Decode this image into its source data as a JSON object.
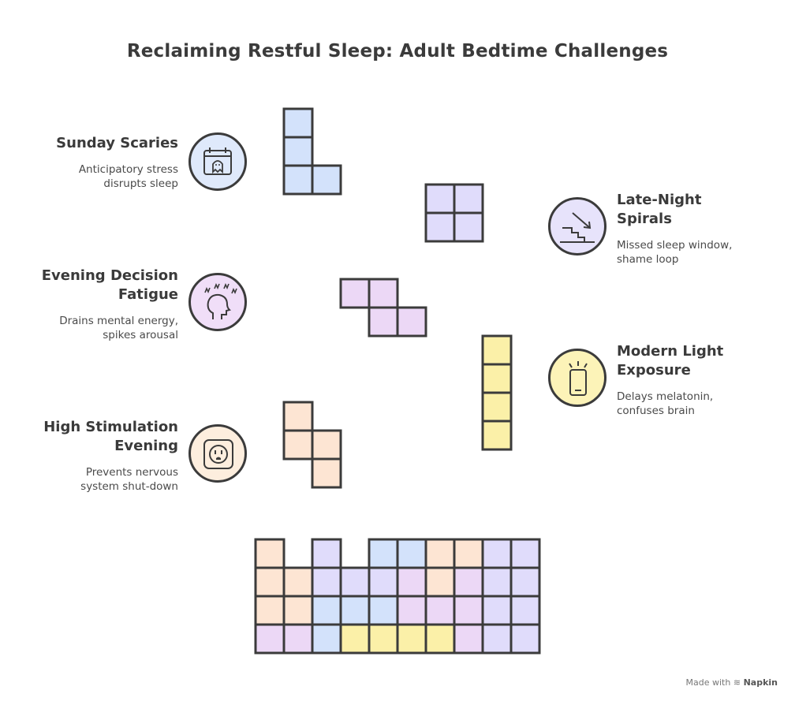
{
  "title": "Reclaiming Restful Sleep: Adult Bedtime Challenges",
  "items": [
    {
      "id": "sunday",
      "title": "Sunday Scaries",
      "desc1": "Anticipatory stress",
      "desc2": "disrupts sleep",
      "icon": "calendar-ghost-icon",
      "color": "#d3e2fb"
    },
    {
      "id": "decision",
      "title1": "Evening Decision",
      "title2": "Fatigue",
      "desc1": "Drains mental energy,",
      "desc2": "spikes arousal",
      "icon": "head-stress-icon",
      "color": "#ecd8f6"
    },
    {
      "id": "stimulation",
      "title1": "High Stimulation",
      "title2": "Evening",
      "desc1": "Prevents nervous",
      "desc2": "system shut-down",
      "icon": "power-outlet-icon",
      "color": "#fde5d3"
    },
    {
      "id": "spirals",
      "title1": "Late-Night",
      "title2": "Spirals",
      "desc1": "Missed sleep window,",
      "desc2": "shame loop",
      "icon": "stairs-down-icon",
      "color": "#e0dcfb"
    },
    {
      "id": "light",
      "title1": "Modern Light",
      "title2": "Exposure",
      "desc1": "Delays melatonin,",
      "desc2": "confuses brain",
      "icon": "phone-glow-icon",
      "color": "#fbf0a8"
    }
  ],
  "palette": {
    "blue": "#d3e2fb",
    "lavender": "#e0dcfb",
    "pink": "#ecd8f6",
    "peach": "#fde5d3",
    "yellow": "#fbf0a8",
    "outline": "#3b3b3b"
  },
  "footer": {
    "made_with": "Made with",
    "brand": "Napkin"
  }
}
